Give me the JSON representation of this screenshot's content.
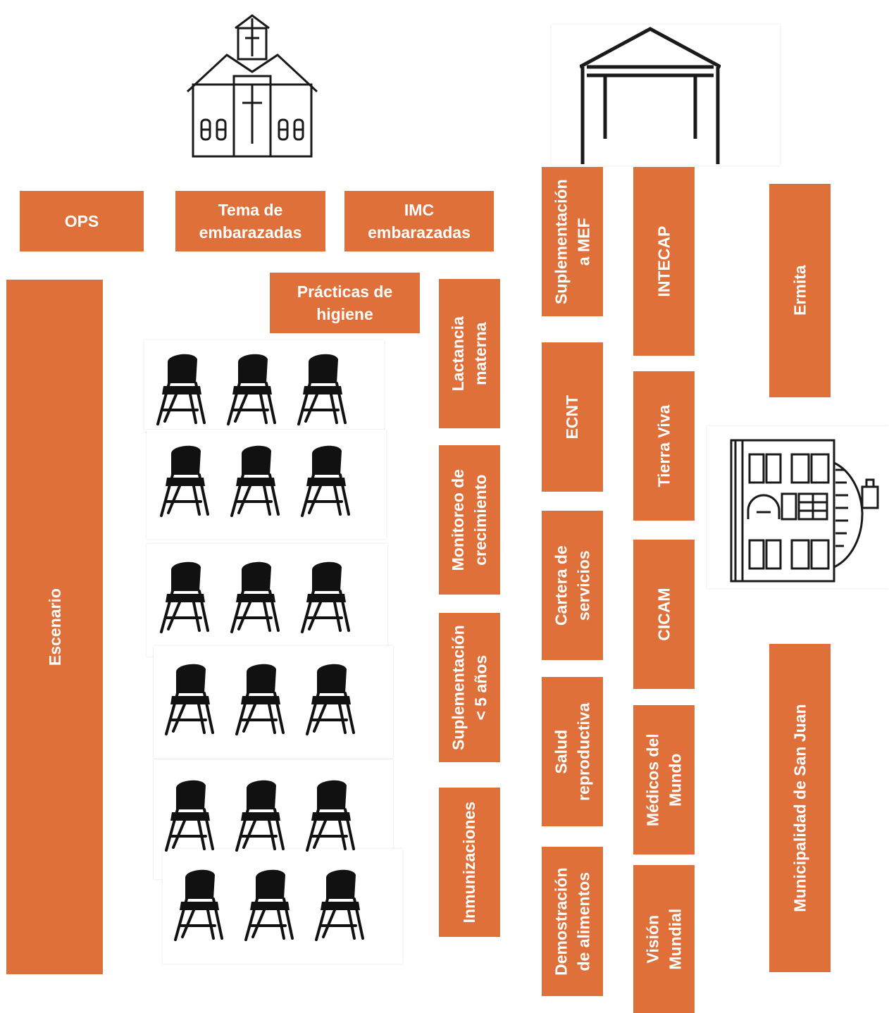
{
  "colors": {
    "box": "#e0703a",
    "box_text": "#ffffff",
    "icon": "#1a1a1a"
  },
  "icons": {
    "church": "church-icon",
    "tent": "tent-icon",
    "building": "municipal-building-icon",
    "chair": "folding-chair-icon"
  },
  "labels": {
    "ops": "OPS",
    "tema_embarazadas": "Tema de\nembarazadas",
    "imc_embarazadas": "IMC\nembarazadas",
    "practicas_higiene": "Prácticas de\nhigiene",
    "escenario": "Escenario",
    "lactancia": "Lactancia\nmaterna",
    "monitoreo": "Monitoreo de\ncrecimiento",
    "suplementacion_5": "Suplementación\n< 5 años",
    "inmunizaciones": "Inmunizaciones",
    "suplementacion_mef": "Suplementación\na MEF",
    "ecnt": "ECNT",
    "cartera": "Cartera de\nservicios",
    "salud_reproductiva": "Salud\nreproductiva",
    "demostracion": "Demostración\nde alimentos",
    "intecap": "INTECAP",
    "tierra_viva": "Tierra Viva",
    "cicam": "CICAM",
    "medicos": "Médicos del\nMundo",
    "vision": "Visión\nMundial",
    "ermita": "Ermita",
    "municipalidad": "Municipalidad de San Juan"
  },
  "seating": {
    "rows": 6,
    "chairs_per_row": 3
  }
}
